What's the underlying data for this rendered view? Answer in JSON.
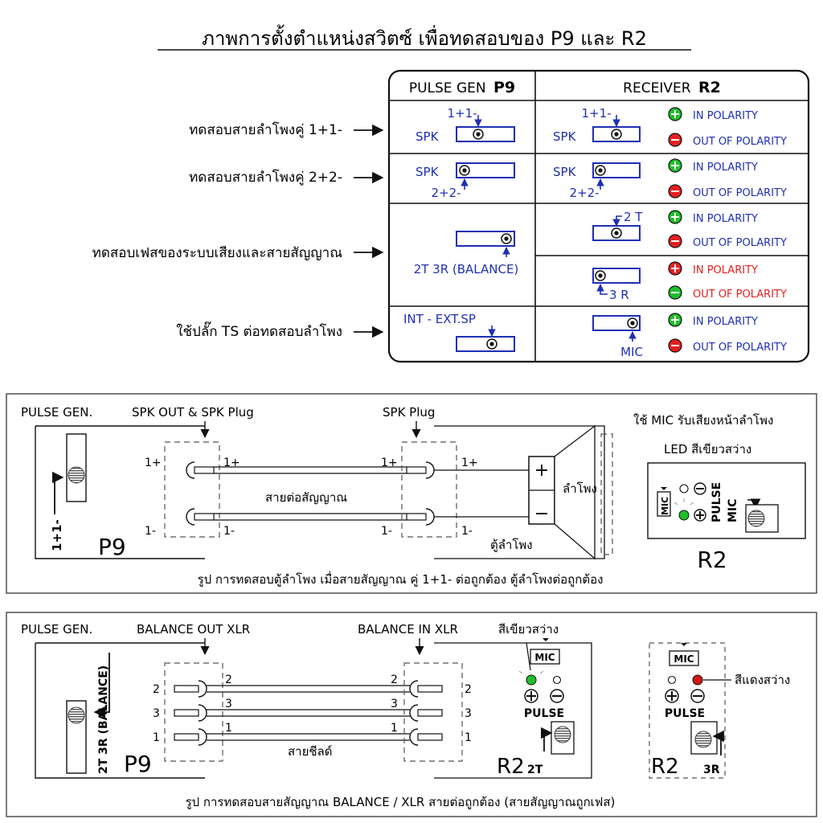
{
  "title": "ภาพการตั้งตำแหน่งสวิตซ์ เพื่อทดสอบของ P9 และ R2",
  "table": {
    "col_pulse_prefix": "PULSE GEN",
    "col_pulse_model": "P9",
    "col_receiver_prefix": "RECEIVER",
    "col_receiver_model": "R2",
    "in_polarity": "IN POLARITY",
    "out_polarity": "OUT OF POLARITY",
    "spk": "SPK",
    "pos_1p1m": "1+1-",
    "pos_2p2m": "2+2-",
    "pos_2t3r": "2T 3R (BALANCE)",
    "pos_2t": "2 T",
    "pos_3r": "3 R",
    "pos_int_ext": "INT - EXT.SP",
    "pos_mic": "MIC"
  },
  "row_labels": [
    "ทดสอบสายลำโพงคู่ 1+1-",
    "ทดสอบสายลำโพงคู่ 2+2-",
    "ทดสอบเฟสของระบบเสียงและสายสัญญาณ",
    "ใช้ปลั๊ก TS ต่อทดสอบลำโพง"
  ],
  "diagram1": {
    "pulse_gen": "PULSE GEN.",
    "spk_out": "SPK OUT & SPK Plug",
    "spk_plug": "SPK  Plug",
    "plus": "1+",
    "minus": "1-",
    "cable": "สายต่อสัญญาณ",
    "speaker": "ลำโพง",
    "cabinet": "ตู้ลำโพง",
    "p9": "P9",
    "r2": "R2",
    "switch_pos": "1+1-",
    "mic_note": "ใช้ MIC รับเสียงหน้าลำโพง",
    "led_note": "LED สีเขียวสว่าง",
    "mic": "MIC",
    "pulse": "PULSE",
    "term_plus": "+",
    "term_minus": "−",
    "caption": "รูป การทดสอบตู้ลำโพง เมื่อสายสัญญาณ คู่ 1+1- ต่อถูกต้อง ตู้ลำโพงต่อถูกต้อง"
  },
  "diagram2": {
    "pulse_gen": "PULSE GEN.",
    "bal_out": "BALANCE OUT XLR",
    "bal_in": "BALANCE IN XLR",
    "green_note": "สีเขียวสว่าง",
    "red_note": "สีแดงสว่าง",
    "pin2": "2",
    "pin3": "3",
    "pin1": "1",
    "shield": "สายชีลด์",
    "p9": "P9",
    "r2": "R2",
    "switch_pos": "2T 3R (BALANCE)",
    "mic": "MIC",
    "pulse": "PULSE",
    "t2": "2T",
    "r3": "3R",
    "caption": "รูป การทดสอบสายสัญญาณ BALANCE / XLR สายต่อถูกต้อง (สายสัญญาณถูกเฟส)"
  },
  "colors": {
    "blue": "#1f2fb5",
    "green": "#1fbf2a",
    "red": "#e52020",
    "dark_red": "#d01818"
  }
}
